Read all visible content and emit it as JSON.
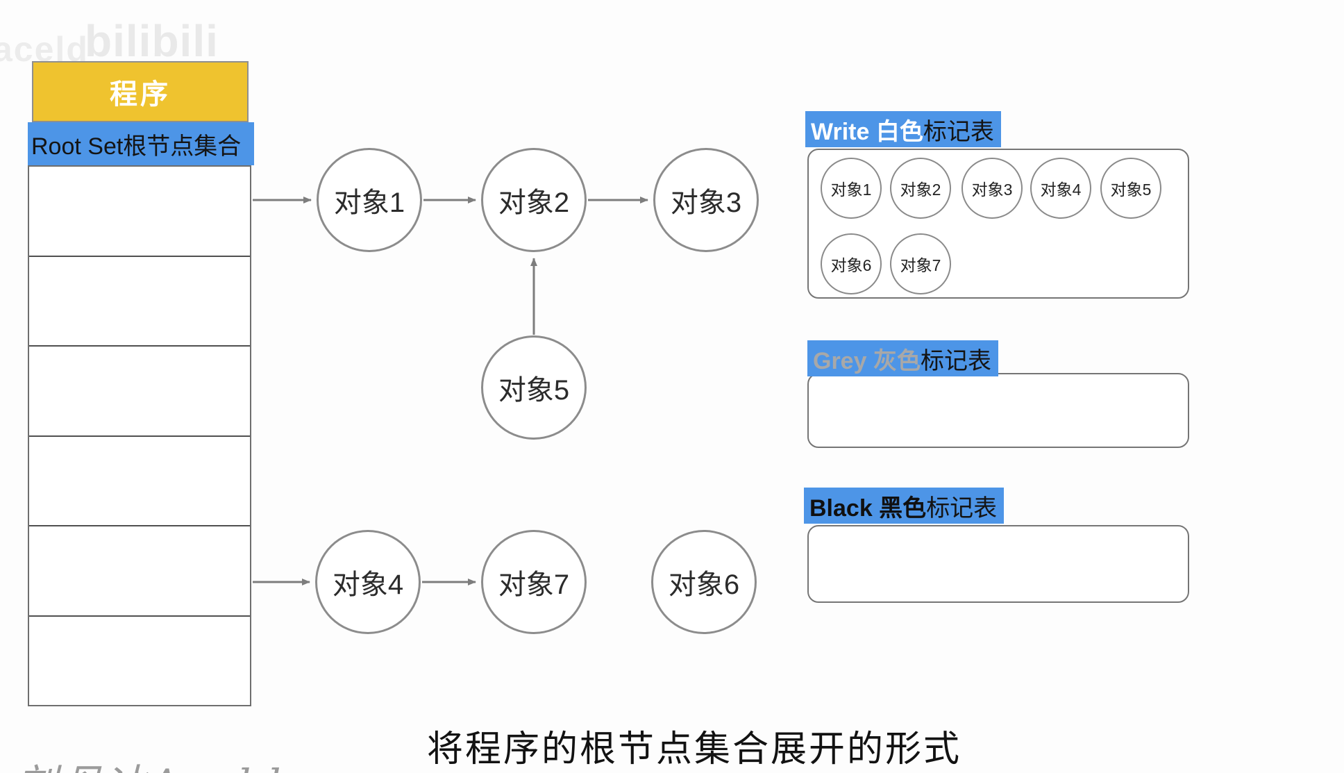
{
  "watermarks": {
    "top_left": "aceld",
    "logo": "bilibili",
    "bottom_left": "刘丹冰Aceld"
  },
  "program_column": {
    "header": "程序",
    "root_set_label": "Root Set根节点集合",
    "empty_row_count": 6
  },
  "graph": {
    "nodes": [
      {
        "id": "obj1",
        "label": "对象1"
      },
      {
        "id": "obj2",
        "label": "对象2"
      },
      {
        "id": "obj3",
        "label": "对象3"
      },
      {
        "id": "obj5",
        "label": "对象5"
      },
      {
        "id": "obj4",
        "label": "对象4"
      },
      {
        "id": "obj7",
        "label": "对象7"
      },
      {
        "id": "obj6",
        "label": "对象6"
      }
    ],
    "edges": [
      {
        "from": "RootSet",
        "to": "对象1"
      },
      {
        "from": "对象1",
        "to": "对象2"
      },
      {
        "from": "对象2",
        "to": "对象3"
      },
      {
        "from": "对象5",
        "to": "对象2"
      },
      {
        "from": "RootSet",
        "to": "对象4"
      },
      {
        "from": "对象4",
        "to": "对象7"
      }
    ]
  },
  "mark_tables": {
    "white": {
      "title_highlight": "Write 白色",
      "title_rest": "标记表",
      "items": [
        "对象1",
        "对象2",
        "对象3",
        "对象4",
        "对象5",
        "对象6",
        "对象7"
      ]
    },
    "grey": {
      "title_highlight": "Grey 灰色",
      "title_rest": "标记表",
      "items": []
    },
    "black": {
      "title_highlight": "Black 黑色",
      "title_rest": "标记表",
      "items": []
    }
  },
  "caption": "将程序的根节点集合展开的形式",
  "colors": {
    "highlight_blue": "#4d95e7",
    "header_yellow": "#efc32f",
    "arrow_grey": "#7d7d7d"
  }
}
